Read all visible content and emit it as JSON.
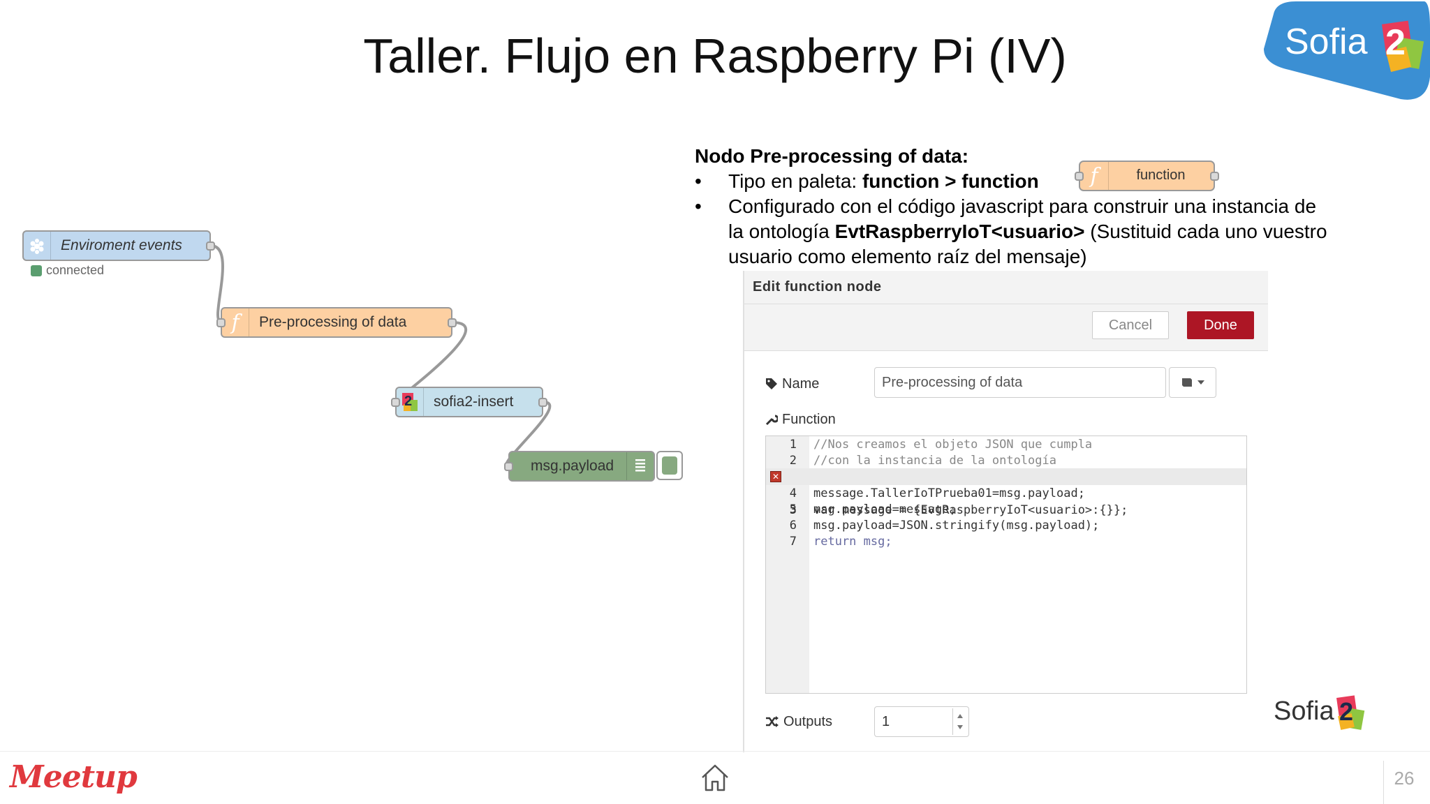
{
  "slide": {
    "title": "Taller. Flujo en Raspberry Pi (IV)",
    "page_number": "26",
    "footer_logo": "Meetup"
  },
  "logos": {
    "top_right_text": "Sofia",
    "top_right_mark": "2",
    "bottom_text": "Sofia",
    "bottom_mark": "2"
  },
  "flow": {
    "nodes": [
      {
        "label": "Enviroment events",
        "type": "raspberry-input"
      },
      {
        "label": "Pre-processing of data",
        "type": "function"
      },
      {
        "label": "sofia2-insert",
        "type": "sofia2"
      },
      {
        "label": "msg.payload",
        "type": "debug"
      }
    ],
    "status_text": "connected",
    "status_color": "#5a9e6f"
  },
  "description": {
    "heading": "Nodo Pre-processing of data:",
    "bullet1_prefix": "Tipo en paleta: ",
    "bullet1_bold": "function > function",
    "bullet2_line1": "Configurado con el código javascript para construir una instancia de",
    "bullet2_prefix": "la ontología ",
    "bullet2_bold": "EvtRaspberryIoT<usuario>",
    "bullet2_suffix": " (Sustituid cada uno vuestro",
    "bullet2_line3": "usuario como elemento raíz del mensaje)"
  },
  "palette_node": {
    "label": "function",
    "icon": "function-f-icon"
  },
  "dialog": {
    "title": "Edit function node",
    "cancel_label": "Cancel",
    "done_label": "Done",
    "name_label": "Name",
    "name_value": "Pre-processing of data",
    "function_label": "Function",
    "outputs_label": "Outputs",
    "outputs_value": "1",
    "code_lines": [
      {
        "num": "1",
        "text": "//Nos creamos el objeto JSON que cumpla"
      },
      {
        "num": "2",
        "text": "//con la instancia de la ontología"
      },
      {
        "num": "3",
        "text": "var message = {EvtRaspberryIoT<usuario>:{}};"
      },
      {
        "num": "4",
        "text": "message.TallerIoTPrueba01=msg.payload;"
      },
      {
        "num": "5",
        "text": "msg.payload=message;"
      },
      {
        "num": "6",
        "text": "msg.payload=JSON.stringify(msg.payload);"
      },
      {
        "num": "7",
        "text": "return msg;"
      }
    ],
    "error_line": "3"
  },
  "colors": {
    "function_node": "#fdd0a2",
    "input_node": "#c0d8ef",
    "sofia_node": "#c6e0ec",
    "debug_node": "#87a980",
    "done_button": "#ad1625",
    "meetup_red": "#e0393e",
    "sofia_blue": "#2e86c8"
  }
}
